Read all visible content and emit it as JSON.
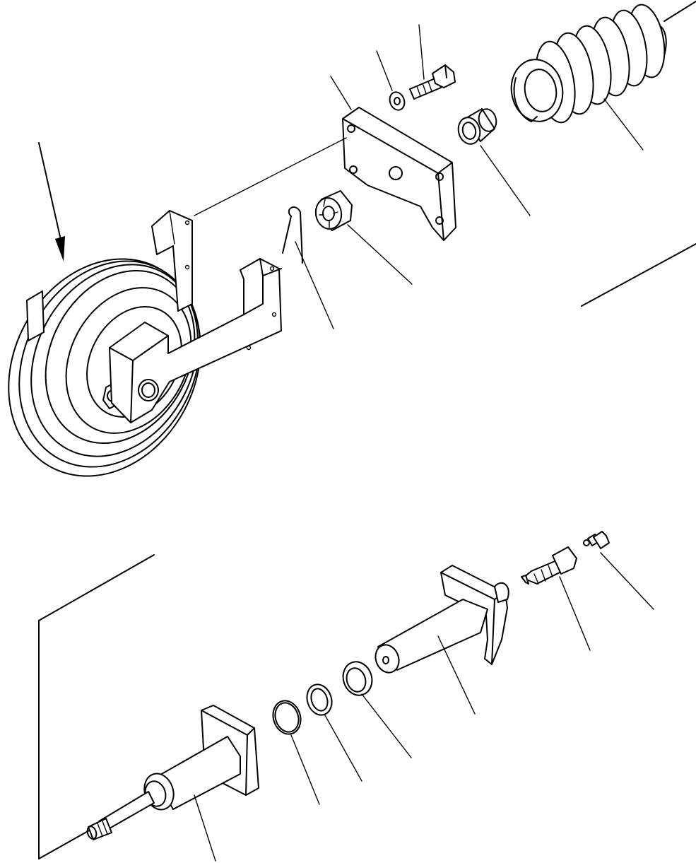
{
  "diagram": {
    "kind": "exploded-parts-view",
    "ink_color": "#000000",
    "background_color": "#ffffff",
    "parts": [
      "idler-assembly",
      "spacer-plate",
      "washer",
      "bolt",
      "bushing",
      "recoil-spring",
      "castle-nut",
      "cotter-pin",
      "grease-fitting-elbow",
      "grease-valve",
      "idler-yoke-shaft",
      "bushing-ring",
      "thrust-washer",
      "o-ring",
      "recoil-cylinder-rod"
    ]
  }
}
